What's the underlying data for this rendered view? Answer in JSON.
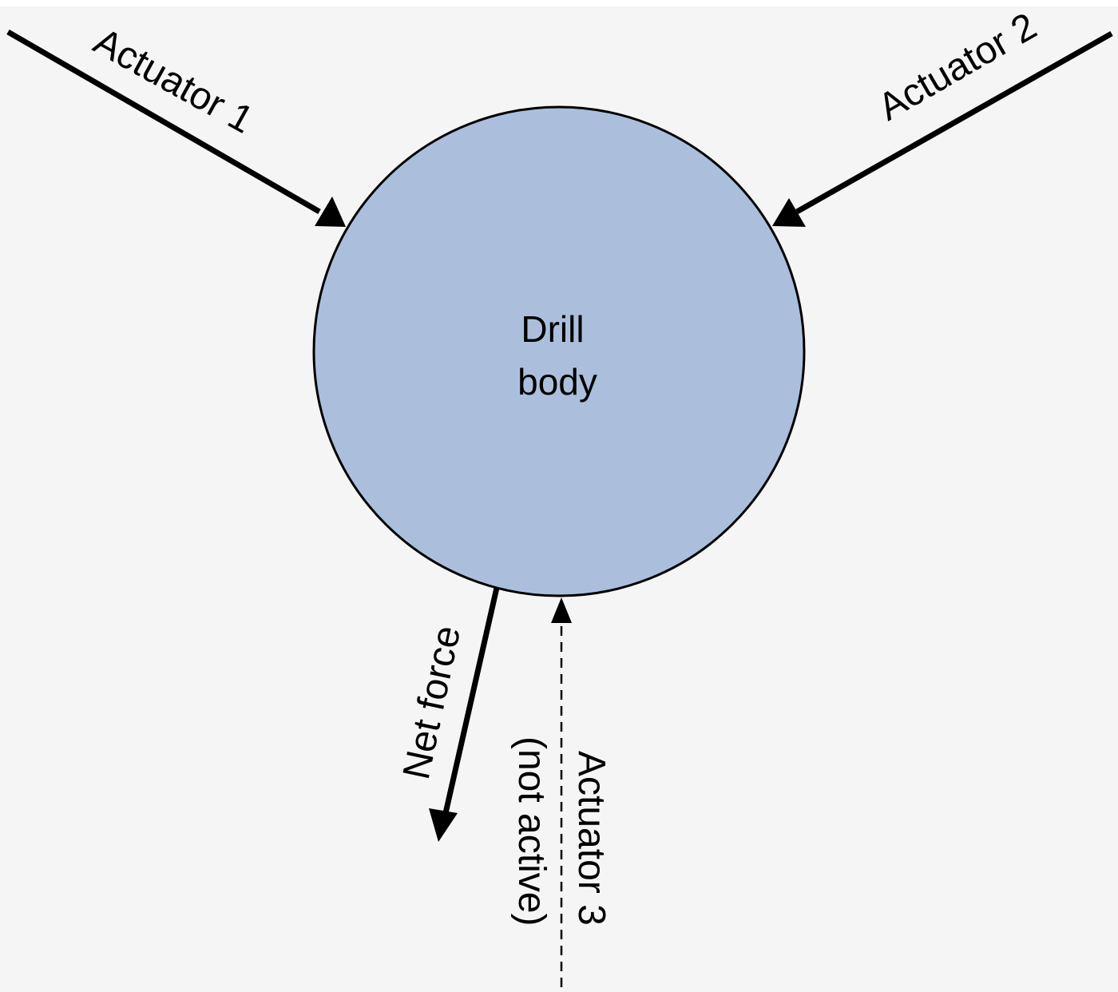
{
  "diagram": {
    "colors": {
      "background": "#f4f5f4",
      "body_fill": "#abbfdd",
      "body_stroke": "#000000",
      "arrow": "#000000"
    },
    "body": {
      "line1": "Drill",
      "line2": "body"
    },
    "arrows": {
      "actuator_1": {
        "label": "Actuator 1",
        "style": "solid"
      },
      "actuator_2": {
        "label": "Actuator 2",
        "style": "solid"
      },
      "net_force": {
        "label": "Net force",
        "style": "solid"
      },
      "actuator_3": {
        "label_line1": "Actuator 3",
        "label_line2": "(not active)",
        "style": "dashed"
      }
    }
  }
}
